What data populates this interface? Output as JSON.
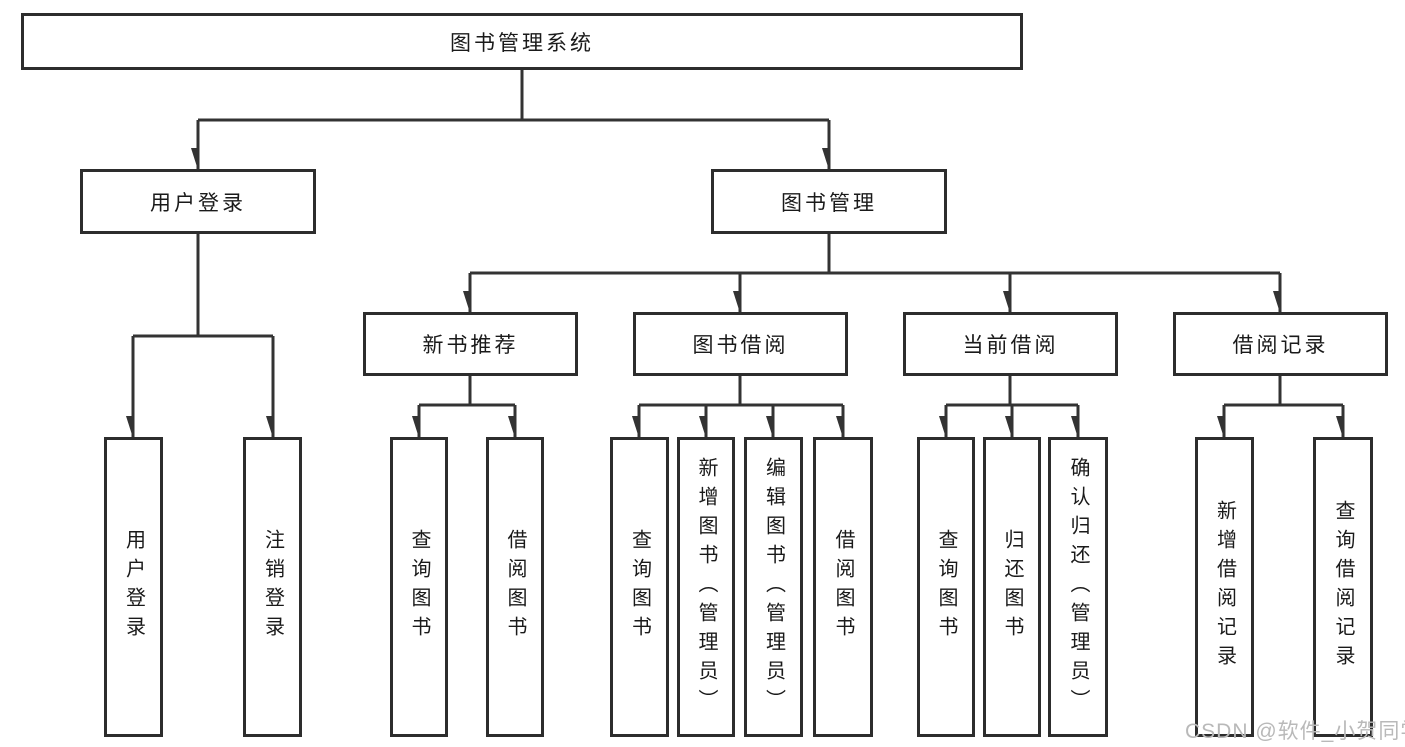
{
  "diagram": {
    "root": {
      "label": "图书管理系统"
    },
    "level2": {
      "user_login": {
        "label": "用户登录"
      },
      "book_management": {
        "label": "图书管理"
      }
    },
    "level3": {
      "new_book_recommend": {
        "label": "新书推荐"
      },
      "book_borrow": {
        "label": "图书借阅"
      },
      "current_borrow": {
        "label": "当前借阅"
      },
      "borrow_records": {
        "label": "借阅记录"
      }
    },
    "leaves": {
      "user_login": [
        {
          "label": "用户登录"
        },
        {
          "label": "注销登录"
        }
      ],
      "new_book_recommend": [
        {
          "label": "查询图书"
        },
        {
          "label": "借阅图书"
        }
      ],
      "book_borrow": [
        {
          "label": "查询图书"
        },
        {
          "label": "新增图书（管理员）"
        },
        {
          "label": "编辑图书（管理员）"
        },
        {
          "label": "借阅图书"
        }
      ],
      "current_borrow": [
        {
          "label": "查询图书"
        },
        {
          "label": "归还图书"
        },
        {
          "label": "确认归还（管理员）"
        }
      ],
      "borrow_records": [
        {
          "label": "新增借阅记录"
        },
        {
          "label": "查询借阅记录"
        }
      ]
    },
    "watermark": "CSDN @软件_小贺同学",
    "colors": {
      "line": "#333333",
      "box_border": "#2d2d2d",
      "text": "#1a1a1a",
      "watermark": "#b9b9b9",
      "background": "#ffffff"
    }
  }
}
